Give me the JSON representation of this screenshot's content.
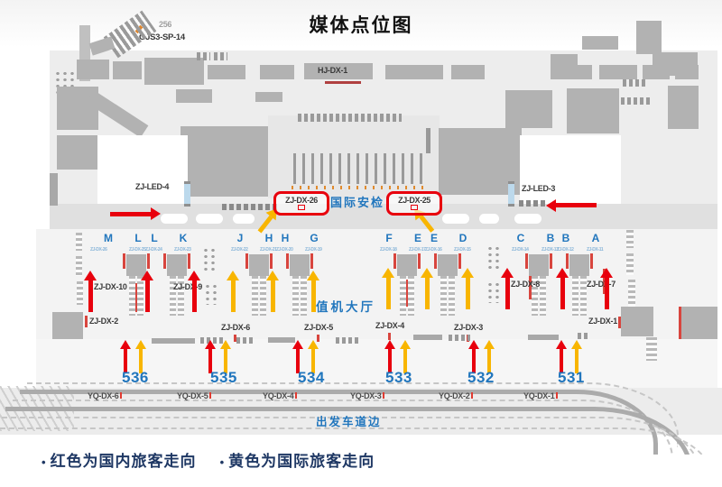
{
  "title": "媒体点位图",
  "top": {
    "small_code": "256",
    "gjs_code": "GJS3-SP-14",
    "hj_code": "HJ-DX-1"
  },
  "led": {
    "left": "ZJ-LED-4",
    "right": "ZJ-LED-3"
  },
  "security": {
    "left_box": "ZJ-DX-26",
    "label": "国际安检",
    "right_box": "ZJ-DX-25"
  },
  "checkin": {
    "hall_label": "值机大厅",
    "letters": [
      "M",
      "L",
      "L",
      "K",
      "J",
      "H",
      "H",
      "G",
      "F",
      "E",
      "E",
      "D",
      "C",
      "B",
      "B",
      "A"
    ],
    "island_codes": [
      "ZJ-DX-26",
      "ZJ-DX-25",
      "ZJ-DX-24",
      "ZJ-DX-23",
      "ZJ-DX-22",
      "ZJ-DX-21",
      "ZJ-DX-20",
      "ZJ-DX-19",
      "ZJ-DX-18",
      "ZJ-DX-17",
      "ZJ-DX-16",
      "ZJ-DX-15",
      "ZJ-DX-14",
      "ZJ-DX-13",
      "ZJ-DX-12",
      "ZJ-DX-11"
    ],
    "column_codes": [
      "ZJ-DX-10",
      "ZJ-DX-9",
      "ZJ-DX-8",
      "ZJ-DX-7"
    ],
    "lower_codes": [
      "ZJ-DX-2",
      "ZJ-DX-6",
      "ZJ-DX-5",
      "ZJ-DX-4",
      "ZJ-DX-3",
      "ZJ-DX-1"
    ]
  },
  "gates": {
    "numbers": [
      "536",
      "535",
      "534",
      "533",
      "532",
      "531"
    ]
  },
  "road": {
    "codes": [
      "YQ-DX-6",
      "YQ-DX-5",
      "YQ-DX-4",
      "YQ-DX-3",
      "YQ-DX-2",
      "YQ-DX-1"
    ],
    "curb_label": "出发车道边"
  },
  "legend": {
    "bullet": "•",
    "items": [
      {
        "text": "红色为国内旅客走向"
      },
      {
        "text": "黄色为国际旅客走向"
      }
    ]
  },
  "colors": {
    "red_flow": "#e8000d",
    "yellow_flow": "#f8b500",
    "blue_label": "#2176bd",
    "legend_text": "#1f3864",
    "highlight_box": "#e8000d"
  }
}
